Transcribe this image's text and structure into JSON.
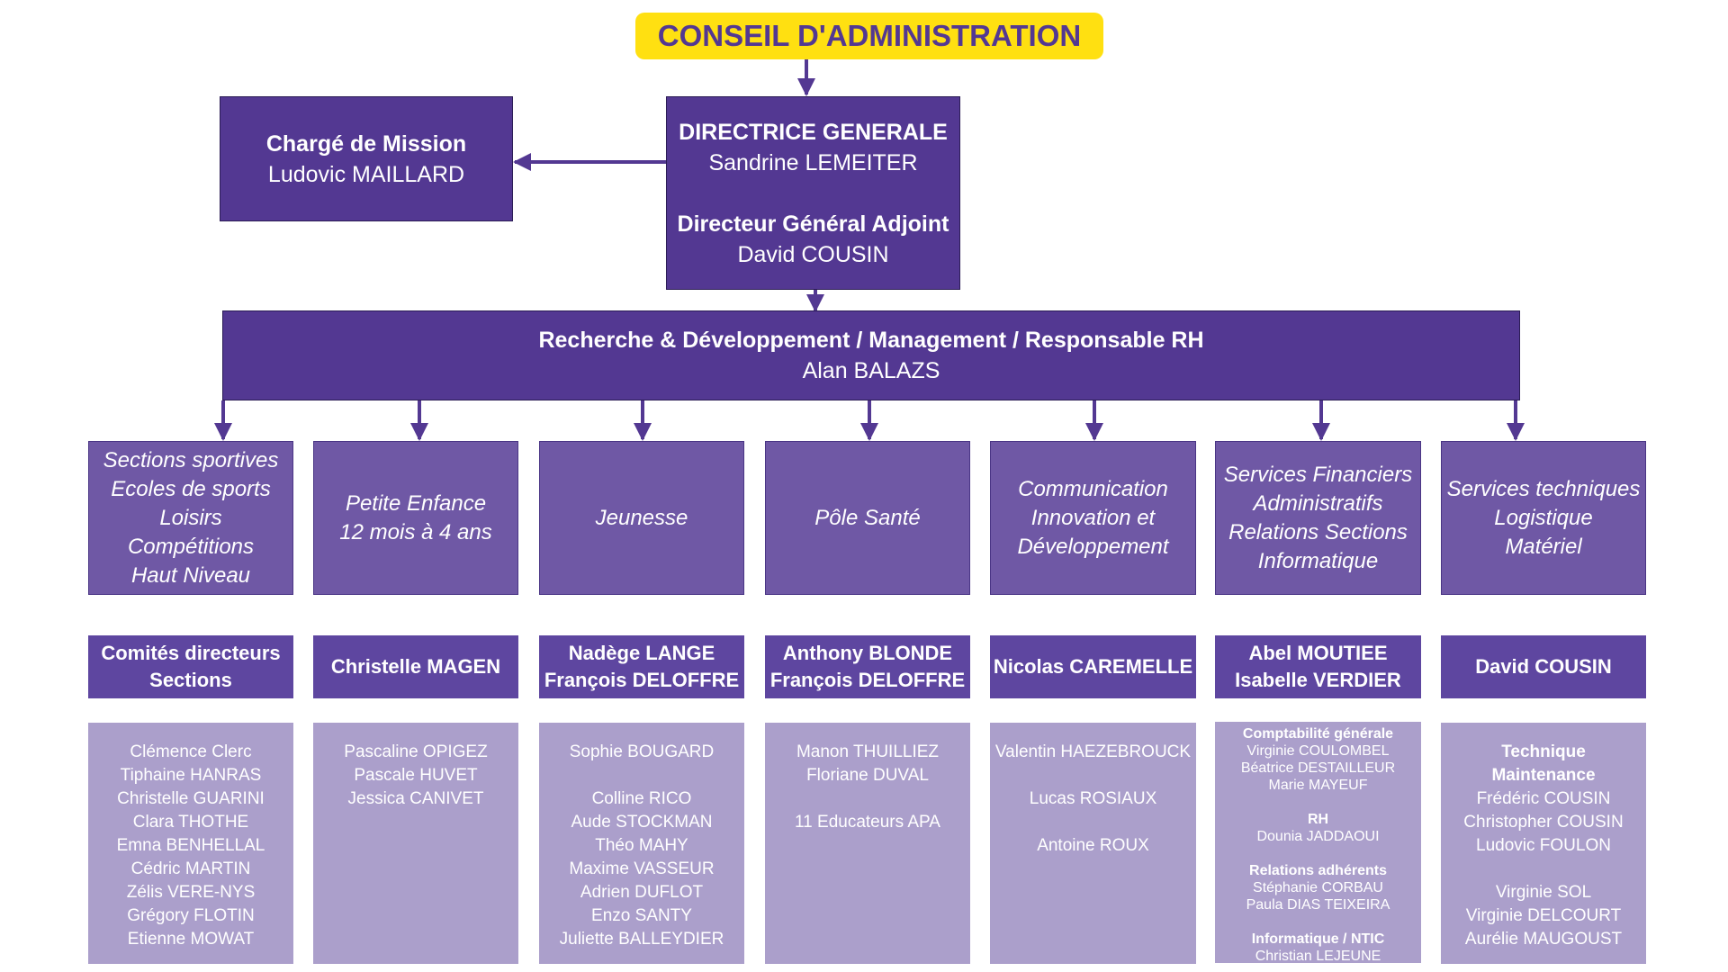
{
  "board": "CONSEIL D'ADMINISTRATION",
  "mission": {
    "title": "Chargé de Mission",
    "name": "Ludovic MAILLARD"
  },
  "direction": {
    "dg_title": "DIRECTRICE GENERALE",
    "dg_name": "Sandrine LEMEITER",
    "dga_title": "Directeur Général Adjoint",
    "dga_name": "David COUSIN"
  },
  "rd": {
    "title": "Recherche & Développement / Management / Responsable RH",
    "name": "Alan BALAZS"
  },
  "departments": [
    {
      "lines": [
        "Sections sportives",
        "Ecoles de sports",
        "Loisirs",
        "Compétitions",
        "Haut Niveau"
      ],
      "responsables": [
        "Comités directeurs",
        "Sections"
      ],
      "staff": [
        {
          "text": "Clémence Clerc"
        },
        {
          "text": "Tiphaine HANRAS"
        },
        {
          "text": "Christelle GUARINI"
        },
        {
          "text": "Clara THOTHE"
        },
        {
          "text": "Emna BENHELLAL"
        },
        {
          "text": "Cédric MARTIN"
        },
        {
          "text": "Zélis VERE-NYS"
        },
        {
          "text": "Grégory FLOTIN"
        },
        {
          "text": "Etienne MOWAT"
        }
      ]
    },
    {
      "lines": [
        "Petite Enfance",
        "12 mois à 4 ans"
      ],
      "responsables": [
        "Christelle MAGEN"
      ],
      "staff": [
        {
          "text": "Pascaline OPIGEZ"
        },
        {
          "text": "Pascale HUVET"
        },
        {
          "text": "Jessica CANIVET"
        }
      ]
    },
    {
      "lines": [
        "Jeunesse"
      ],
      "responsables": [
        "Nadège LANGE",
        "François DELOFFRE"
      ],
      "staff": [
        {
          "text": "Sophie BOUGARD"
        },
        {
          "text": ""
        },
        {
          "text": "Colline RICO"
        },
        {
          "text": "Aude STOCKMAN"
        },
        {
          "text": "Théo MAHY"
        },
        {
          "text": "Maxime VASSEUR"
        },
        {
          "text": "Adrien DUFLOT"
        },
        {
          "text": "Enzo SANTY"
        },
        {
          "text": "Juliette BALLEYDIER"
        }
      ]
    },
    {
      "lines": [
        "Pôle Santé"
      ],
      "responsables": [
        "Anthony BLONDE",
        "François DELOFFRE"
      ],
      "staff": [
        {
          "text": "Manon THUILLIEZ"
        },
        {
          "text": "Floriane DUVAL"
        },
        {
          "text": ""
        },
        {
          "text": "11 Educateurs APA"
        }
      ]
    },
    {
      "lines": [
        "Communication",
        "Innovation et",
        "Développement"
      ],
      "responsables": [
        "Nicolas CAREMELLE"
      ],
      "staff": [
        {
          "text": "Valentin HAEZEBROUCK"
        },
        {
          "text": ""
        },
        {
          "text": "Lucas ROSIAUX"
        },
        {
          "text": ""
        },
        {
          "text": "Antoine ROUX"
        }
      ]
    },
    {
      "lines": [
        "Services Financiers",
        "Administratifs",
        "Relations Sections",
        "Informatique"
      ],
      "responsables": [
        "Abel MOUTIEE",
        "Isabelle VERDIER"
      ],
      "staff": [
        {
          "text": "Comptabilité générale",
          "head": true
        },
        {
          "text": "Virginie COULOMBEL"
        },
        {
          "text": "Béatrice DESTAILLEUR"
        },
        {
          "text": "Marie MAYEUF"
        },
        {
          "text": ""
        },
        {
          "text": "RH",
          "head": true
        },
        {
          "text": "Dounia JADDAOUI"
        },
        {
          "text": ""
        },
        {
          "text": "Relations adhérents",
          "head": true
        },
        {
          "text": "Stéphanie CORBAU"
        },
        {
          "text": "Paula DIAS TEIXEIRA"
        },
        {
          "text": ""
        },
        {
          "text": "Informatique / NTIC",
          "head": true
        },
        {
          "text": "Christian LEJEUNE"
        }
      ]
    },
    {
      "lines": [
        "Services techniques",
        "Logistique",
        "Matériel"
      ],
      "responsables": [
        "David COUSIN"
      ],
      "staff": [
        {
          "text": "Technique",
          "head": true
        },
        {
          "text": "Maintenance",
          "head": true
        },
        {
          "text": "Frédéric COUSIN"
        },
        {
          "text": "Christopher COUSIN"
        },
        {
          "text": "Ludovic FOULON"
        },
        {
          "text": ""
        },
        {
          "text": "Virginie SOL"
        },
        {
          "text": "Virginie DELCOURT"
        },
        {
          "text": "Aurélie MAUGOUST"
        }
      ]
    }
  ],
  "colors": {
    "primary": "#533892",
    "secondary": "#6f58a5",
    "staff_bg": "#ab9fcb",
    "accent_yellow": "#ffe011"
  }
}
